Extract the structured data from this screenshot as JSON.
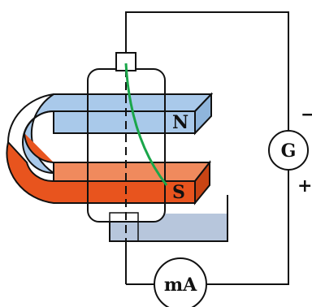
{
  "labels": {
    "north_pole": "N",
    "south_pole": "S",
    "galvanometer": "G",
    "milliammeter": "mA",
    "minus_terminal": "−",
    "plus_terminal": "+"
  },
  "colors": {
    "magnet_north": "#a9c9ea",
    "magnet_north_top": "#cfe2f5",
    "magnet_south": "#e8541e",
    "magnet_south_top": "#f08a5d",
    "electrolyte": "#b7c6dc",
    "wire_green": "#1aa64a",
    "outline": "#111111"
  }
}
